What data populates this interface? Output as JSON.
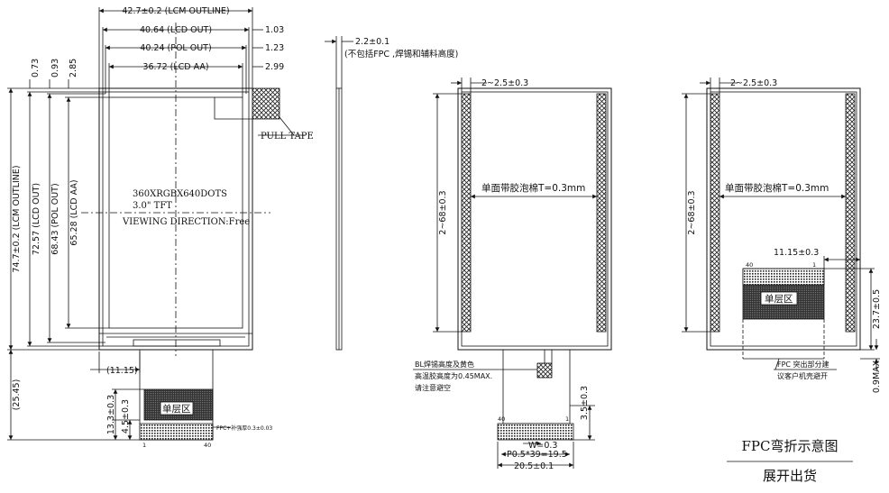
{
  "front_view": {
    "dims_top": [
      "42.7±0.2 (LCM OUTLINE)",
      "40.64 (LCD OUT)",
      "40.24 (POL OUT)",
      "36.72 (LCD AA)"
    ],
    "dims_top_right": [
      "1.03",
      "1.23",
      "2.99"
    ],
    "dims_left_top": [
      "0.73",
      "0.93",
      "2.85"
    ],
    "dims_vertical": [
      "74.7±0.2 (LCM OUTLINE)",
      "72.57 (LCD OUT)",
      "68.43 (POL OUT)",
      "65.28 (LCD AA)"
    ],
    "dim_tail_height": "(25.45)",
    "dim_fpc_offset": "(11.15)",
    "dim_fpc_inner": [
      "13.3±0.3",
      "4.5±0.3"
    ],
    "pull_tape": "PULL TAPE",
    "center_lines": [
      "360XRGBX640DOTS",
      "3.0\" TFT",
      "VIEWING DIRECTION:Free"
    ],
    "fpc_layer": "单层区",
    "fpc_stiffener": "FPC+补强厚0.3±0.03",
    "pin_first": "1",
    "pin_last": "40"
  },
  "side_view": {
    "thickness": "2.2±0.1",
    "note": "(不包括FPC ,焊锡和辅料高度)"
  },
  "back_view": {
    "foam_width": "2~2.5±0.3",
    "foam_note": "单面带胶泡棉T=0.3mm",
    "foam_height": "2~68±0.3",
    "bl_note": [
      "BL焊锡高度及黄色",
      "高温胶高度为0.45MAX.",
      "请注意避空"
    ],
    "fpc_dim": "3.5±0.3",
    "pin_left": "40",
    "pin_right": "1",
    "w_dim": "W=0.3",
    "pitch_dim": "P0.5*39=19.5",
    "fpc_width": "20.5±0.1"
  },
  "bent_view": {
    "foam_width": "2~2.5±0.3",
    "foam_note": "单面带胶泡棉T=0.3mm",
    "foam_height": "2~68±0.3",
    "fpc_offset": "11.15±0.3",
    "pin_left": "40",
    "pin_right": "1",
    "fpc_layer": "单层区",
    "fpc_height": "23.7±0.5",
    "fpc_note": [
      "FPC 突出部分建",
      "议客户机壳避开"
    ],
    "max_dim": "0.9MAX"
  },
  "captions": {
    "bent": "FPC弯折示意图",
    "unfold": "展开出货"
  }
}
